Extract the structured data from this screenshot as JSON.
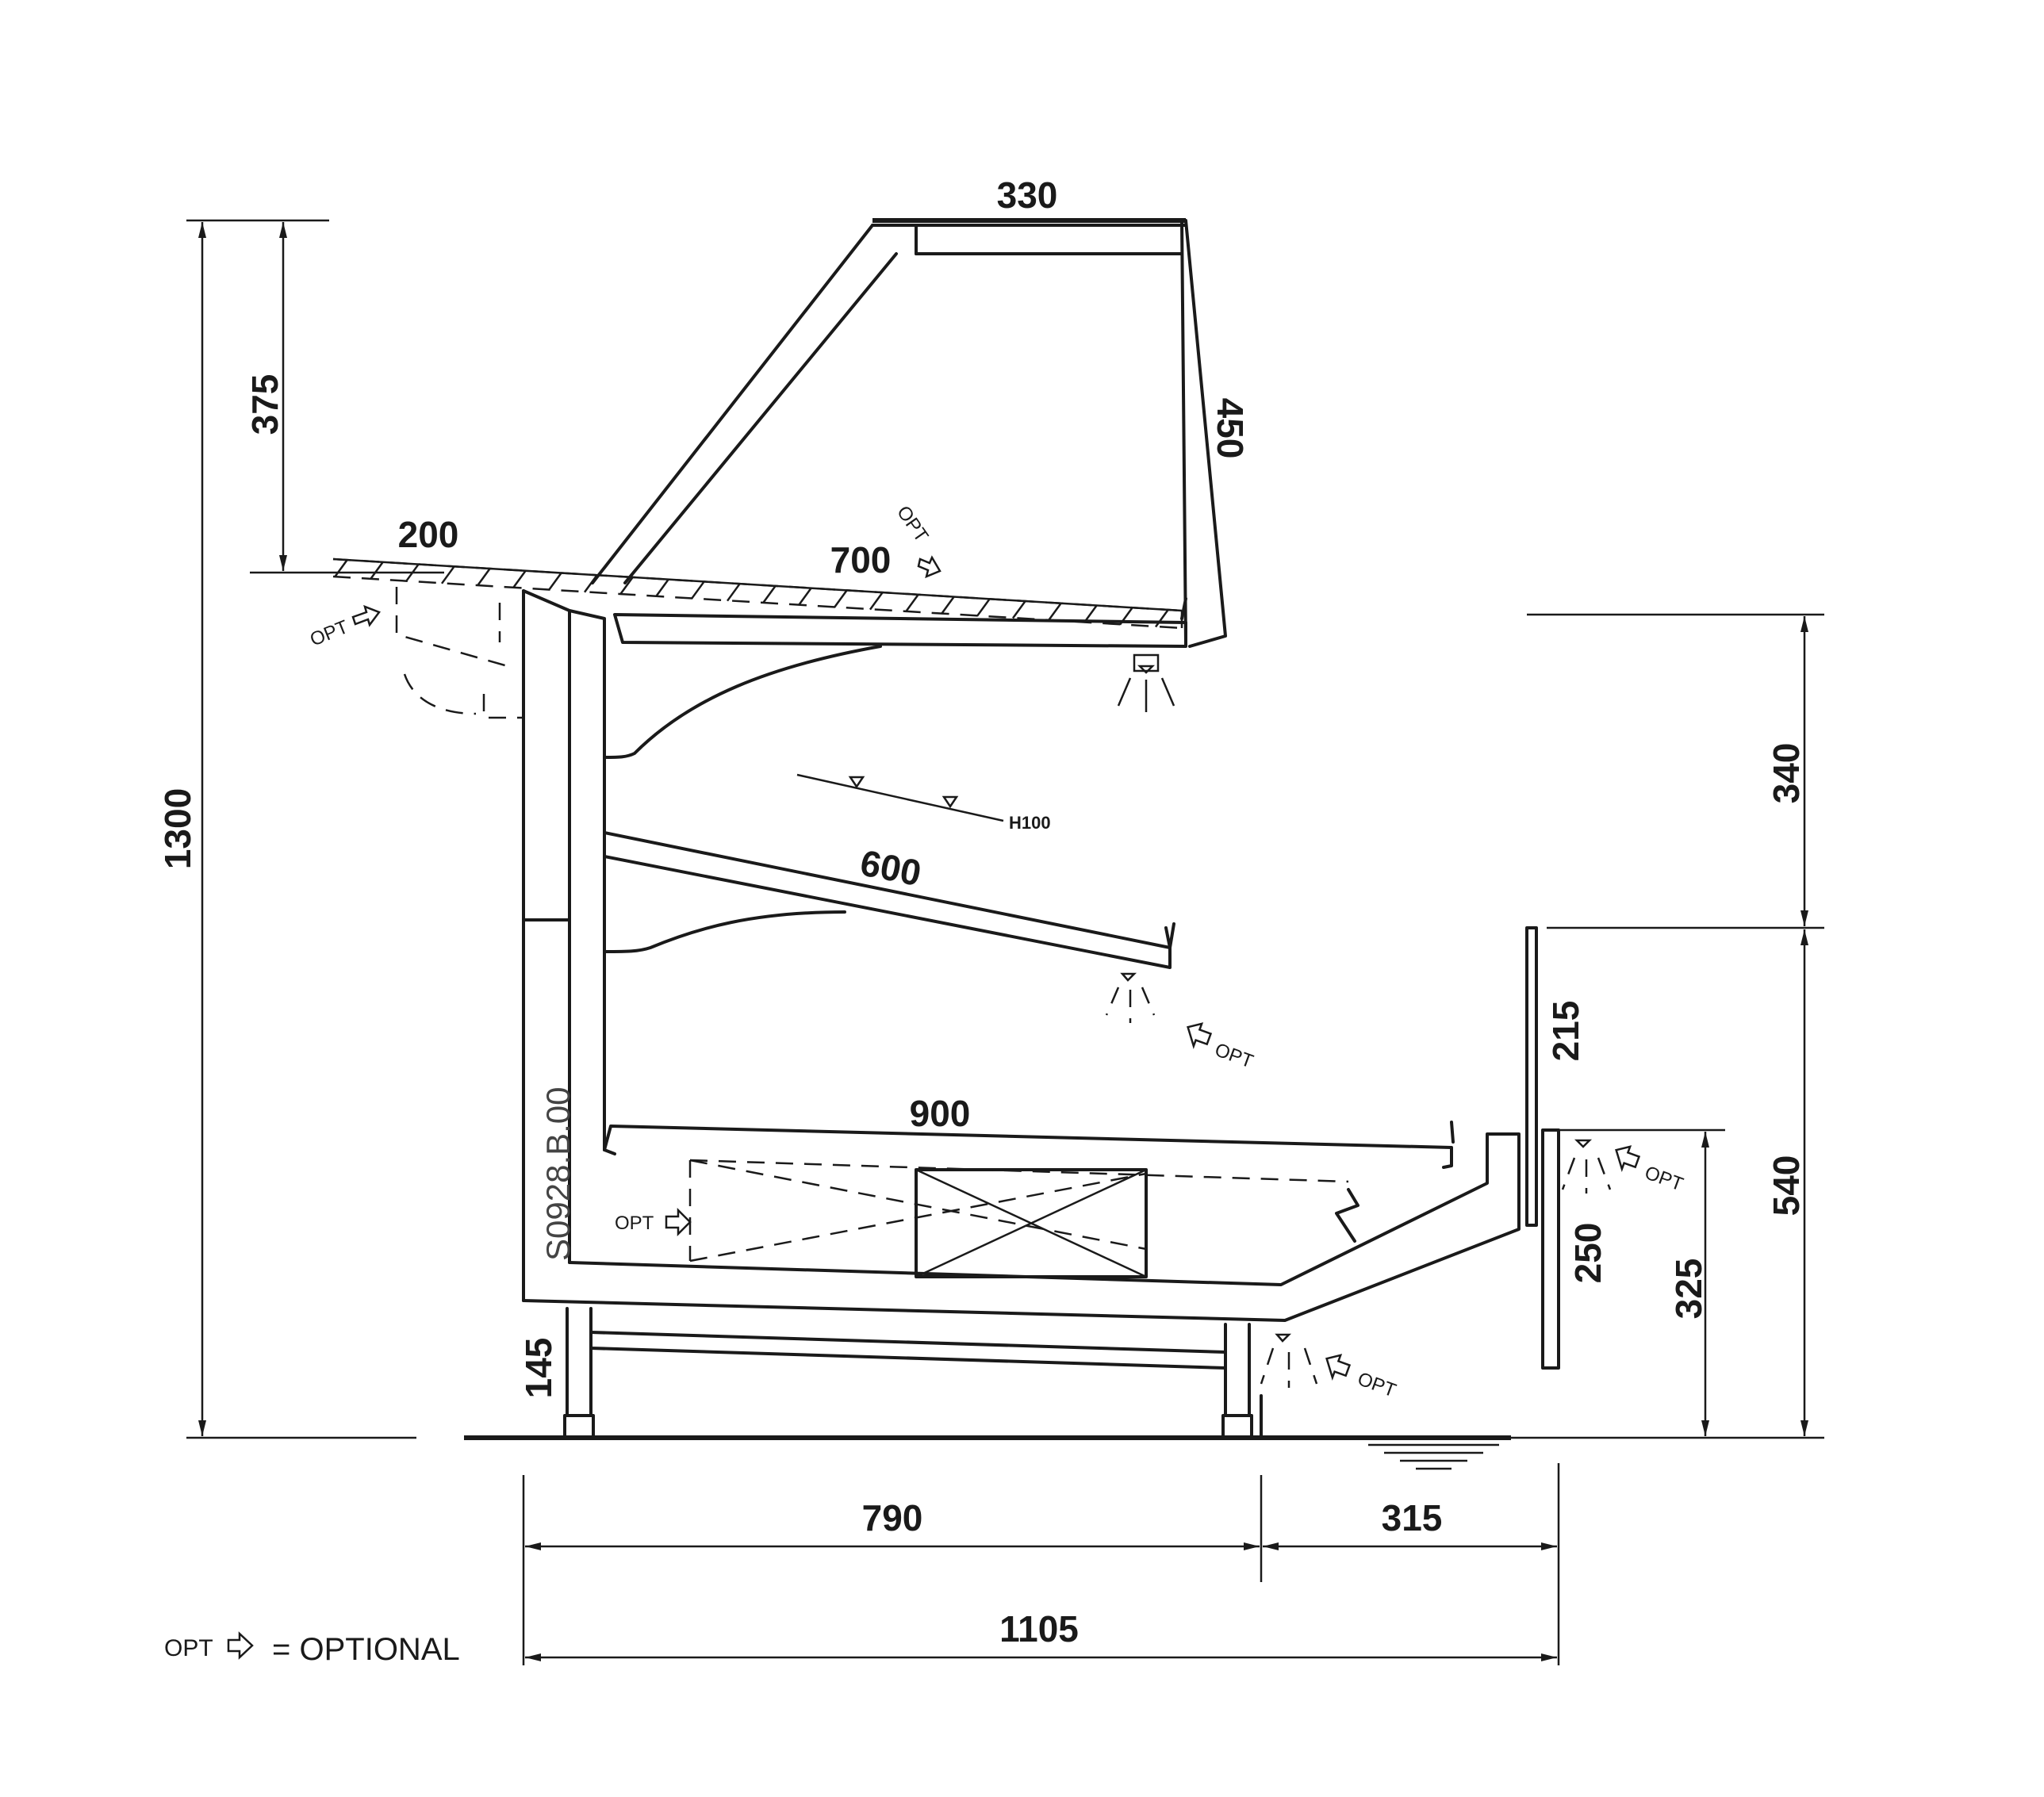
{
  "drawing_code": "S0928.B.00",
  "legend": {
    "opt_label": "OPT",
    "equals_text": "= OPTIONAL"
  },
  "opt_label": "OPT",
  "shelf_marker": "H100",
  "dimensions": {
    "total_height": "1300",
    "canopy_height": "375",
    "top_width": "330",
    "glass_height": "450",
    "rear_overhang": "200",
    "top_shelf": "700",
    "middle_shelf": "600",
    "base_depth": "900",
    "upper_height": "340",
    "lower_height": "540",
    "front_glass": "215",
    "front_panel": "250",
    "counter_height": "325",
    "foot_height": "145",
    "base_width": "790",
    "front_width": "315",
    "total_width": "1105"
  },
  "colors": {
    "line": "#1a1a1a",
    "code": "#444444",
    "background": "#ffffff"
  }
}
